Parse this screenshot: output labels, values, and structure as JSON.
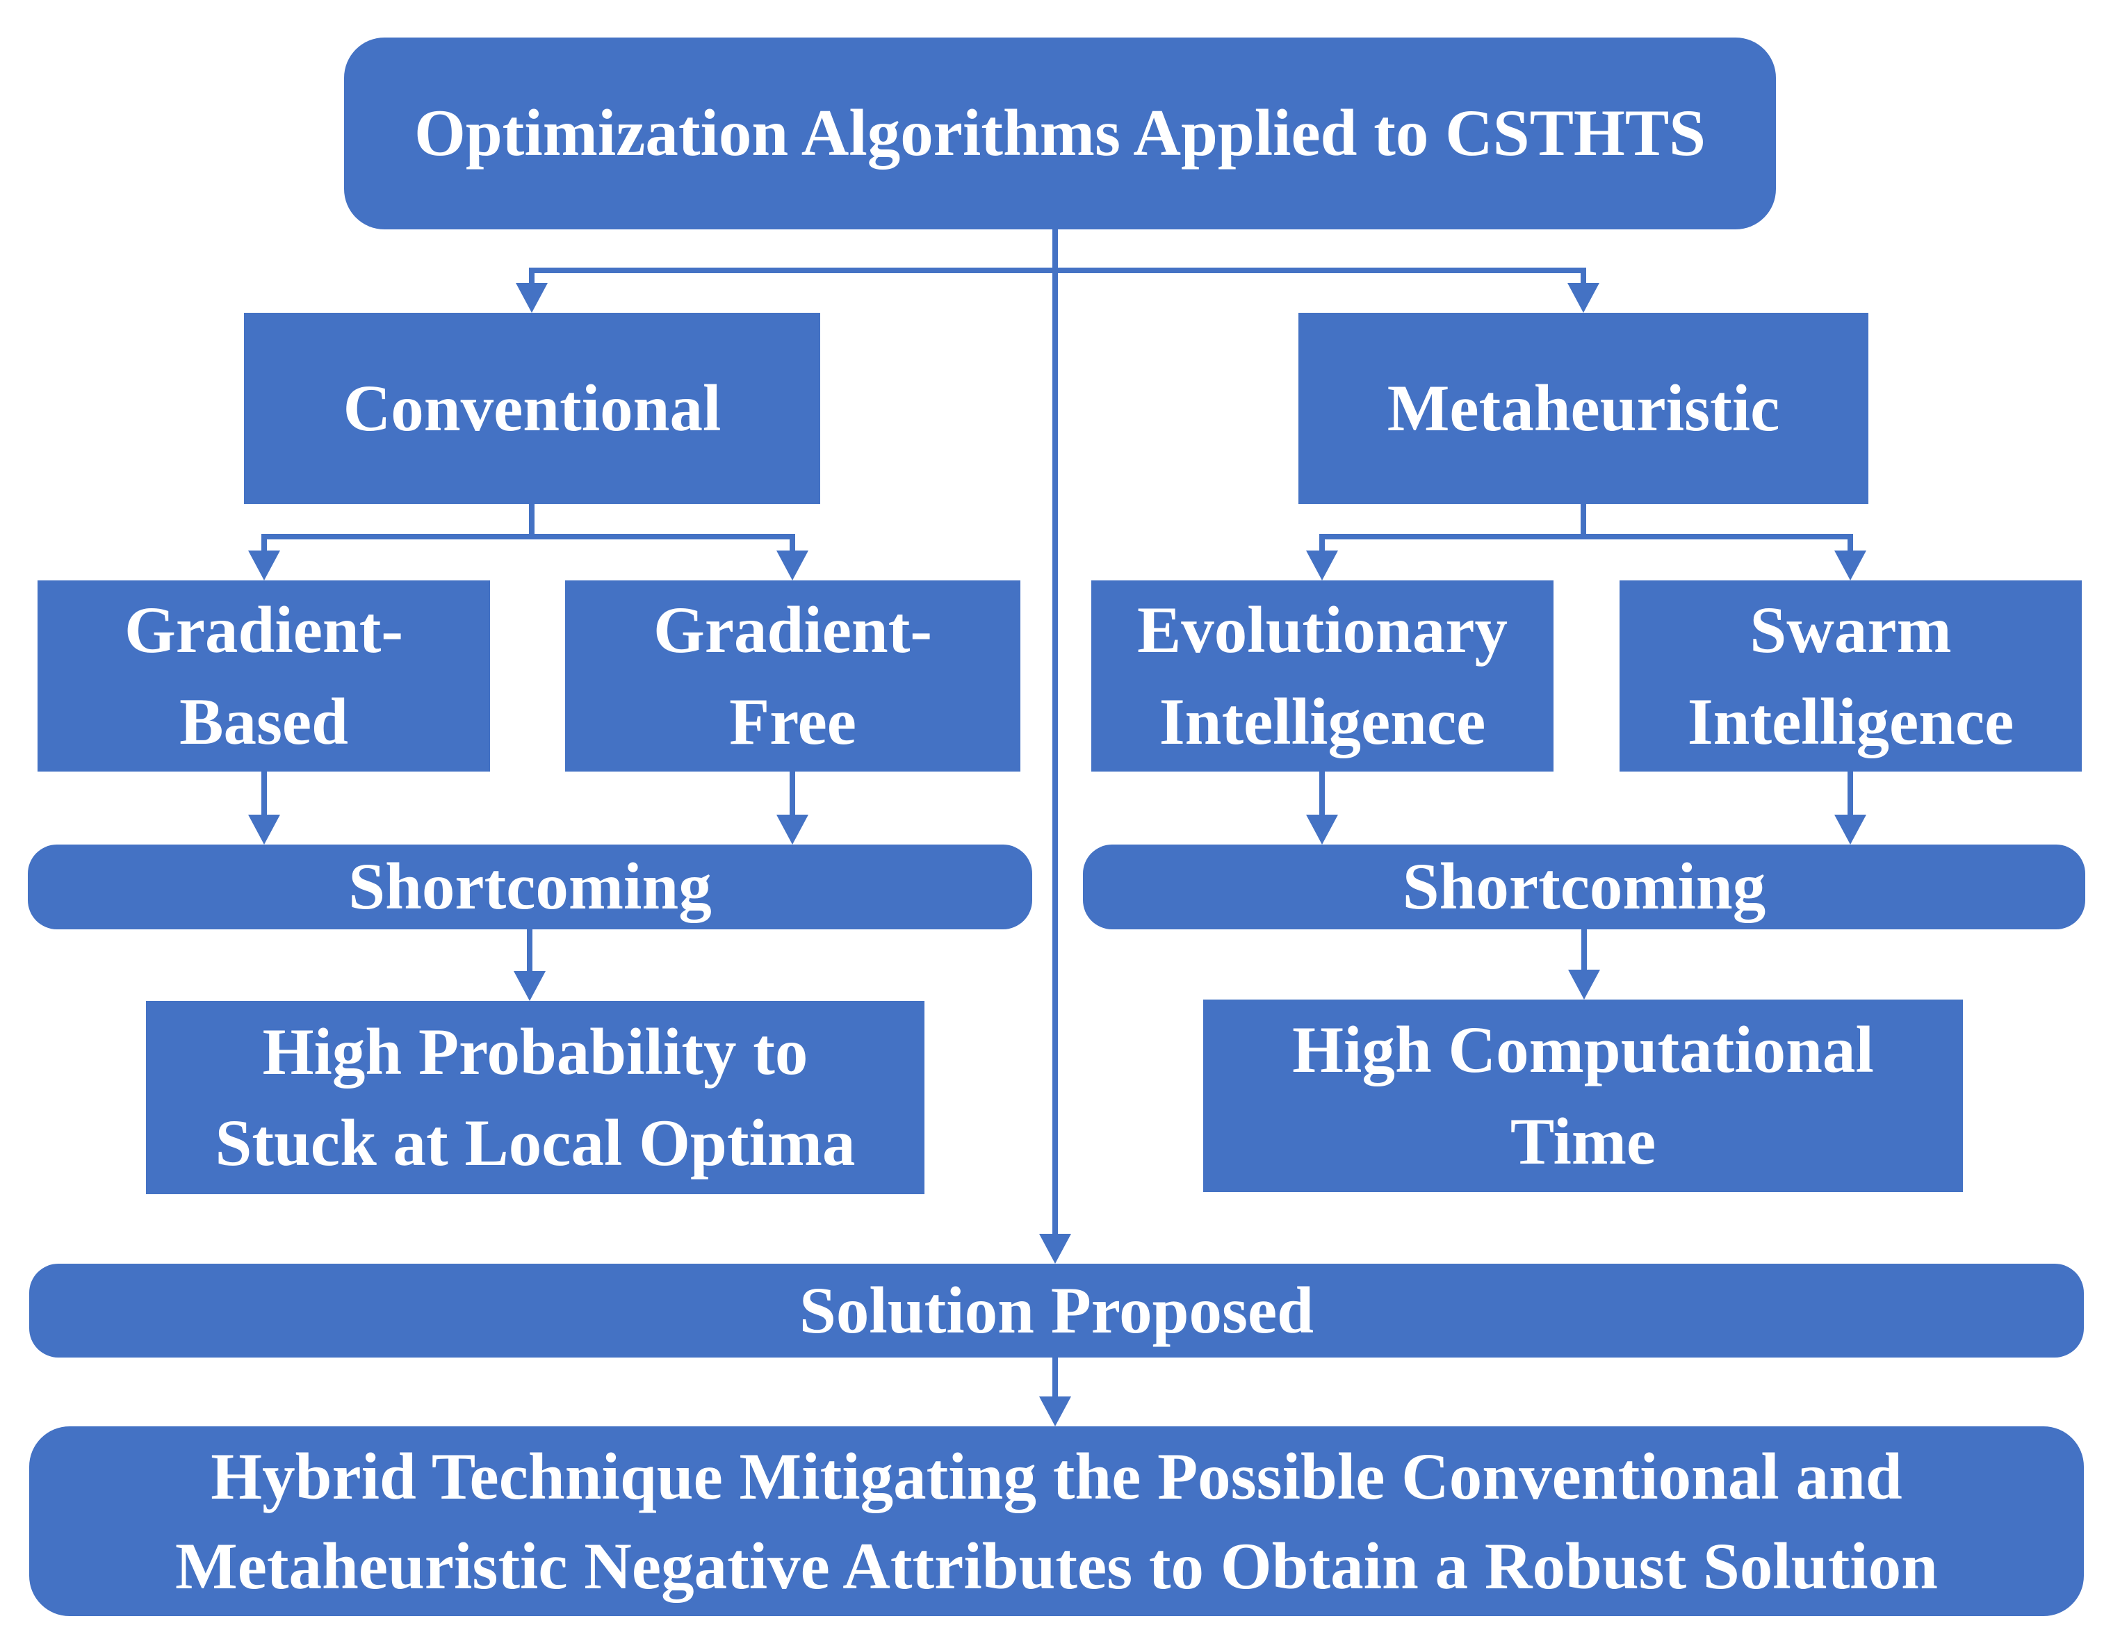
{
  "diagram": {
    "type": "flowchart",
    "colors": {
      "node_fill": "#4472C4",
      "node_text": "#FFFFFF",
      "connector": "#4472C4",
      "background": "#FFFFFF"
    },
    "nodes": {
      "root": {
        "label": "Optimization Algorithms Applied to CSTHTS"
      },
      "conventional": {
        "label": "Conventional"
      },
      "metaheuristic": {
        "label": "Metaheuristic"
      },
      "gradient_based": {
        "lines": [
          "Gradient-",
          "Based"
        ]
      },
      "gradient_free": {
        "lines": [
          "Gradient-",
          "Free"
        ]
      },
      "evolutionary": {
        "lines": [
          "Evolutionary",
          "Intelligence"
        ]
      },
      "swarm": {
        "lines": [
          "Swarm",
          "Intelligence"
        ]
      },
      "shortcoming_conventional": {
        "label": "Shortcoming"
      },
      "shortcoming_metaheuristic": {
        "label": "Shortcoming"
      },
      "high_probability": {
        "lines": [
          "High Probability to",
          "Stuck at Local Optima"
        ]
      },
      "high_computational": {
        "lines": [
          "High Computational",
          "Time"
        ]
      },
      "solution": {
        "label": "Solution Proposed"
      },
      "hybrid": {
        "lines": [
          "Hybrid Technique Mitigating the Possible Conventional and",
          "Metaheuristic Negative Attributes to Obtain a Robust Solution"
        ]
      }
    },
    "edges": [
      "root->conventional",
      "root->metaheuristic",
      "conventional->gradient_based",
      "conventional->gradient_free",
      "metaheuristic->evolutionary",
      "metaheuristic->swarm",
      "gradient_based->shortcoming_conventional",
      "gradient_free->shortcoming_conventional",
      "evolutionary->shortcoming_metaheuristic",
      "swarm->shortcoming_metaheuristic",
      "shortcoming_conventional->high_probability",
      "shortcoming_metaheuristic->high_computational",
      "root->solution",
      "solution->hybrid"
    ]
  }
}
